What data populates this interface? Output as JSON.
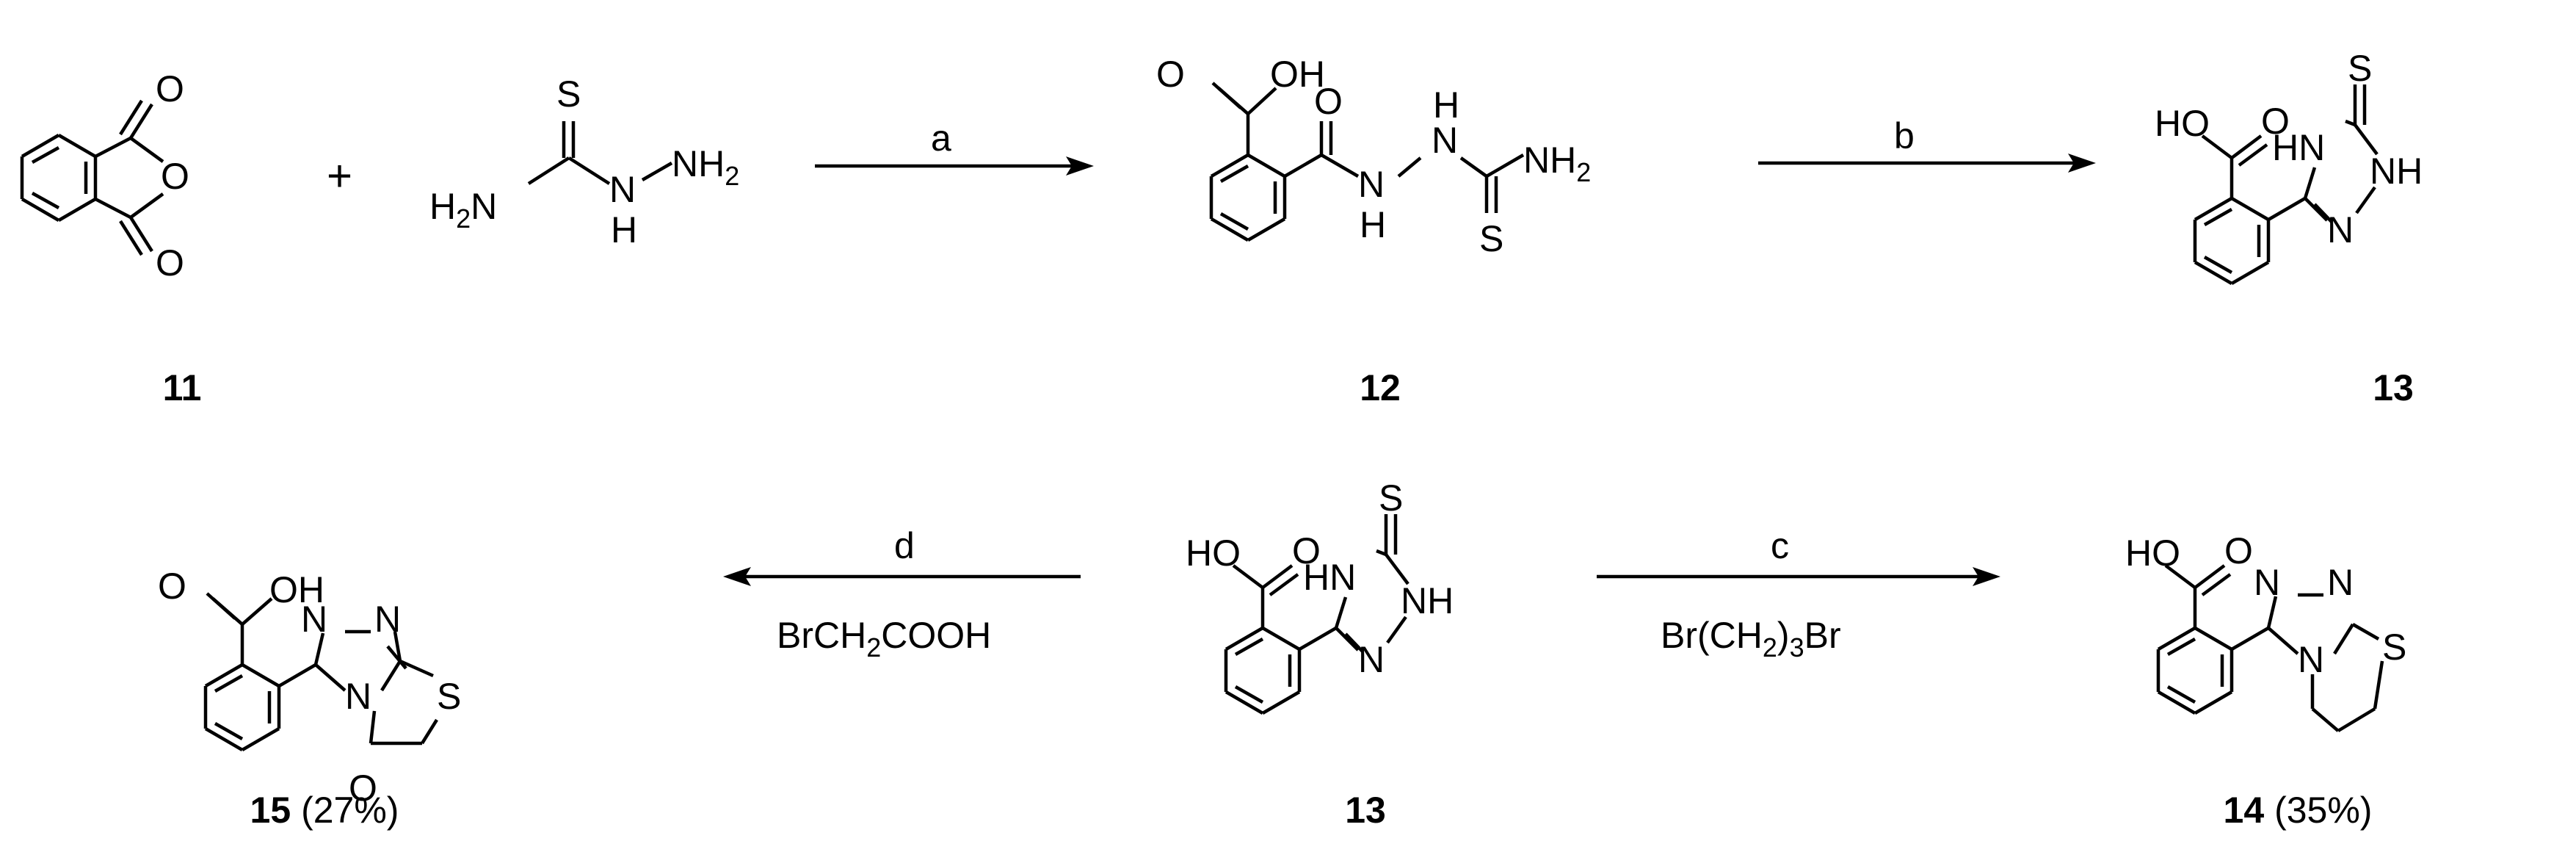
{
  "plus_sign": "+",
  "compounds": {
    "c11": {
      "number": "11",
      "yield": ""
    },
    "c12": {
      "number": "12",
      "yield": ""
    },
    "c13_top": {
      "number": "13",
      "yield": ""
    },
    "c13_mid": {
      "number": "13",
      "yield": ""
    },
    "c14": {
      "number": "14",
      "yield": " (35%)"
    },
    "c15": {
      "number": "15",
      "yield": " (27%)"
    }
  },
  "arrows": {
    "a": {
      "label": "a",
      "reagent": ""
    },
    "b": {
      "label": "b",
      "reagent": ""
    },
    "c": {
      "label": "c",
      "reagent_parts": [
        "Br(CH",
        "2",
        ")",
        "3",
        "Br"
      ]
    },
    "d": {
      "label": "d",
      "reagent_parts": [
        "BrCH",
        "2",
        "COOH"
      ]
    }
  },
  "atoms": {
    "O": "O",
    "S": "S",
    "N": "N",
    "H": "H",
    "HO": "HO",
    "OH": "OH",
    "HN": "HN",
    "NH": "NH",
    "NH2_main": "NH",
    "H2N_main": "H",
    "N_main": "N",
    "sub2": "2"
  }
}
